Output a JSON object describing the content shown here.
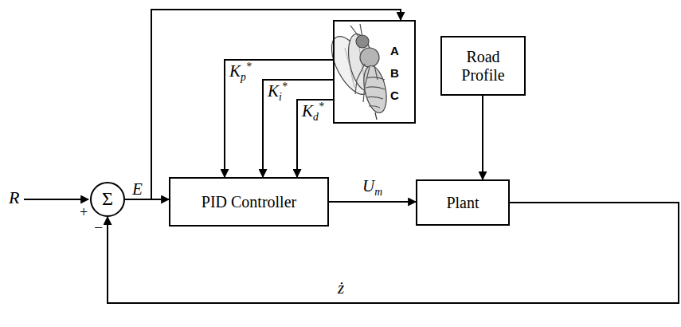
{
  "diagram": {
    "nodes": [
      {
        "text": [
          "A",
          "B",
          "C"
        ]
      },
      {
        "text": [
          "Road Profile"
        ]
      },
      {
        "text": [
          "Σ"
        ]
      },
      {
        "text": [
          "PID Controller"
        ]
      },
      {
        "text": [
          "Plant"
        ]
      }
    ],
    "edges": [
      {
        "from": 2,
        "to": 3,
        "arrow": "to",
        "label": "E"
      },
      {
        "from": 2,
        "to": 0,
        "arrow": "to"
      },
      {
        "from": 0,
        "to": 3,
        "arrow": "to",
        "label": "Kp*"
      },
      {
        "from": 0,
        "to": 3,
        "arrow": "to",
        "label": "Ki*"
      },
      {
        "from": 0,
        "to": 3,
        "arrow": "to",
        "label": "Kd*"
      },
      {
        "from": 3,
        "to": 4,
        "arrow": "to",
        "label": "Um"
      },
      {
        "from": 1,
        "to": 4,
        "arrow": "to"
      },
      {
        "from": 4,
        "to": 2,
        "arrow": "to",
        "label": "ż"
      }
    ],
    "labels": [
      "R",
      "+",
      "−"
    ]
  }
}
